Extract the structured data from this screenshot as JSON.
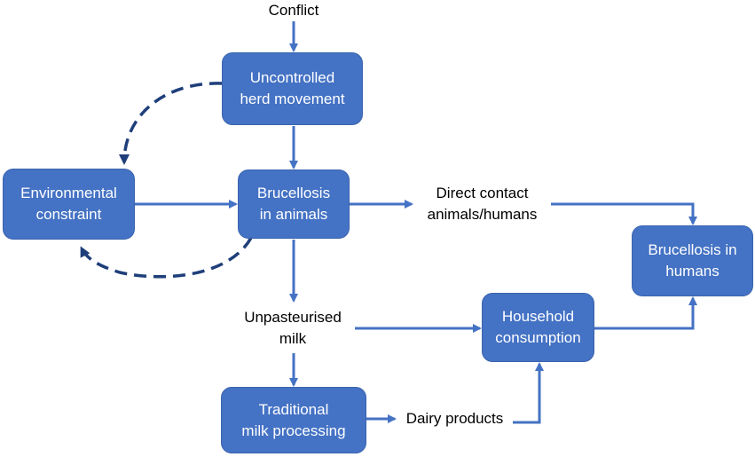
{
  "nodes": {
    "conflict": "Conflict",
    "uncontrolled_herd_movement": "Uncontrolled\nherd movement",
    "environmental_constraint": "Environmental\nconstraint",
    "brucellosis_in_animals": "Brucellosis\nin animals",
    "direct_contact": "Direct contact\nanimals/humans",
    "brucellosis_in_humans": "Brucellosis in\nhumans",
    "unpasteurised_milk": "Unpasteurised\nmilk",
    "household_consumption": "Household\nconsumption",
    "traditional_milk_processing": "Traditional\nmilk processing",
    "dairy_products": "Dairy products"
  },
  "colors": {
    "box_fill": "#4472C4",
    "arrow": "#4472C4",
    "dashed_arrow": "#1F3F7A",
    "box_text": "#FFFFFF",
    "label_text": "#000000"
  }
}
